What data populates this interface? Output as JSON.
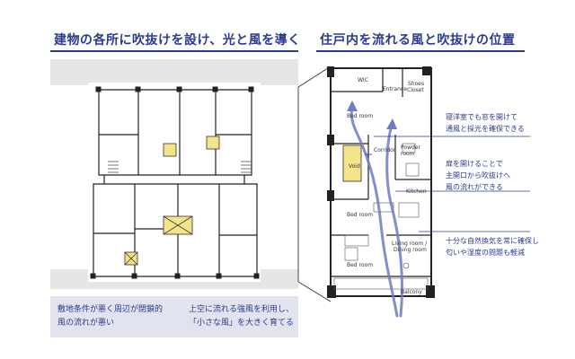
{
  "titles": {
    "left": "建物の各所に吹抜けを設け、光と風を導く",
    "right": "住戸内を流れる風と吹抜けの位置"
  },
  "room_labels": {
    "wic": "WIC",
    "entrance": "Entrance",
    "shoes_closet_1": "Shoes",
    "shoes_closet_2": "Closet",
    "bed_room_1": "Bed room",
    "corridor": "Corridor",
    "powder_room_1": "Powder",
    "powder_room_2": "room",
    "void": "Void",
    "kitchen": "Kitchen",
    "bed_room_2": "Bed room",
    "bed_room_3": "Bed room",
    "living_1": "Living room /",
    "living_2": "Dining room",
    "balcony": "Balcony"
  },
  "annotations": [
    {
      "lines": [
        "寝洋室でも窓を開けて",
        "通風と採光を確保できる"
      ]
    },
    {
      "lines": [
        "扉を開けることで",
        "主開口から吹抜けへ",
        "風の流れができる"
      ]
    },
    {
      "lines": [
        "十分な自然換気を常に確保し",
        "匂いや湿度の問題も軽減"
      ]
    }
  ],
  "bottom": {
    "problem": [
      "敷地条件が悪く周辺が閉鎖的",
      "風の流れが悪い"
    ],
    "arrow_icon": "right-arrow-icon",
    "solution": [
      "上空に流れる強風を利用し、",
      "「小さな風」を大きく育てる"
    ]
  },
  "colors": {
    "accent": "#2a3a8f",
    "void_fill": "#f3e38a",
    "wind_arrow": "#6f7bc4",
    "bottom_box": "#e1e3ee",
    "site_gray": "#e6e6e6"
  }
}
